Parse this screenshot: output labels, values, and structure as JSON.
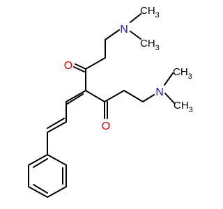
{
  "molecule": {
    "atom_labels": {
      "n_top": "N",
      "me_top_up": "CH",
      "me_top_up_sub": "3",
      "me_top_right": "CH",
      "me_top_right_sub": "3",
      "o_top": "O",
      "o_bottom": "O",
      "n_right": "N",
      "me_right_up": "CH",
      "me_right_up_sub": "3",
      "me_right_right": "CH",
      "me_right_right_sub": "3"
    },
    "colors": {
      "bond": "#000000",
      "nitrogen": "#1a1acc",
      "oxygen": "#e00000",
      "carbon_label": "#000000",
      "background": "#ffffff"
    }
  }
}
